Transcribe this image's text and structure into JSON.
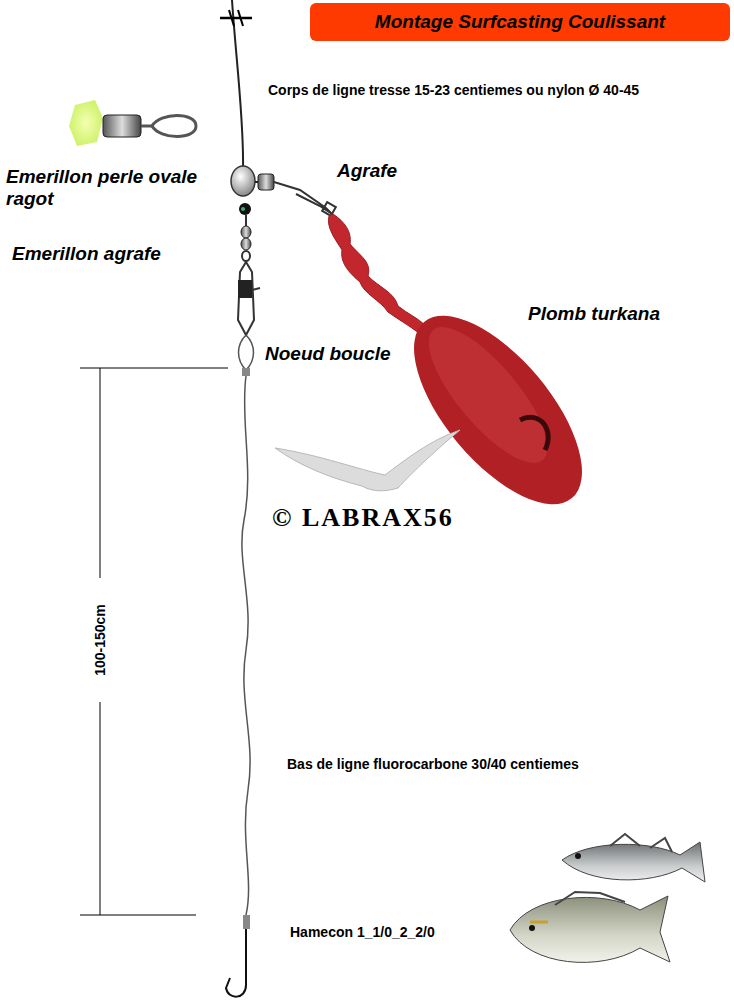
{
  "diagram": {
    "title": "Montage Surfcasting Coulissant",
    "labels": [
      "Corps de ligne tresse 15-23 centiemes ou nylon Ø 40-45",
      "Emerillon perle ovale ragot",
      "Agrafe",
      "Emerillon agrafe",
      "Plomb turkana",
      "Noeud boucle",
      "© LABRAX56",
      "100-150cm",
      "Bas de ligne fluorocarbone 30/40 centiemes",
      "Hamecon 1_1/0_2_2/0"
    ]
  }
}
